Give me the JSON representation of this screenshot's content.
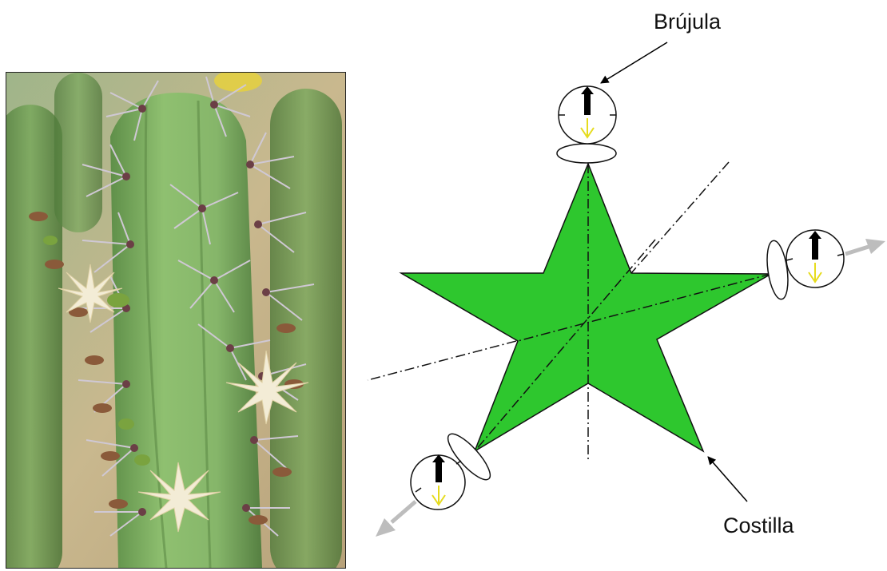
{
  "labels": {
    "compass": "Brújula",
    "rib": "Costilla"
  },
  "photo": {
    "subject": "cactus stem with spines and pale flowers"
  },
  "colors": {
    "star_fill": "#2ec72e",
    "needle_north": "#000000",
    "needle_south": "#e6dc1e",
    "direction_arrow": "#bdbdbd",
    "cactus_body": "#8fbf6f"
  },
  "icons": [
    "compass-icon",
    "direction-arrow-icon"
  ]
}
